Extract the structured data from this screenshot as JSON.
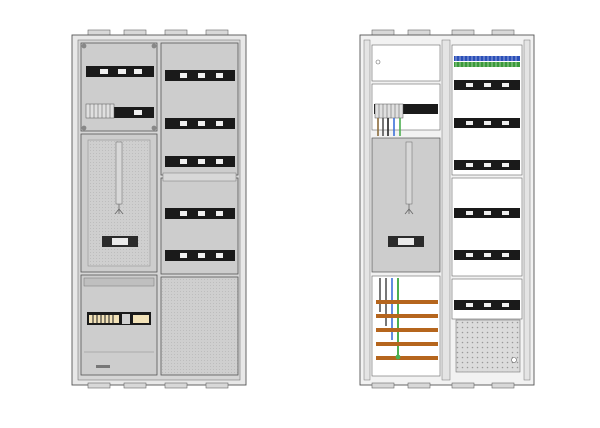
{
  "figure": {
    "panels": [
      {
        "name": "closed-cabinet",
        "view": "front-with-covers"
      },
      {
        "name": "open-cabinet",
        "view": "interior-without-covers"
      }
    ],
    "colors": {
      "panel_fill": "#cfcfcf",
      "frame_fill": "#e6e6e6",
      "outline": "#555555",
      "rail_black": "#1a1a1a",
      "terminal_blue": "#2a4fb8",
      "terminal_green": "#3a9a3a",
      "busbar_brown": "#b5651d",
      "pe_green": "#4caf50",
      "cable_blue": "#3b6fd8",
      "cable_grey": "#888888",
      "cable_black": "#222222",
      "perforated_plate": "#d9d9d9"
    }
  }
}
